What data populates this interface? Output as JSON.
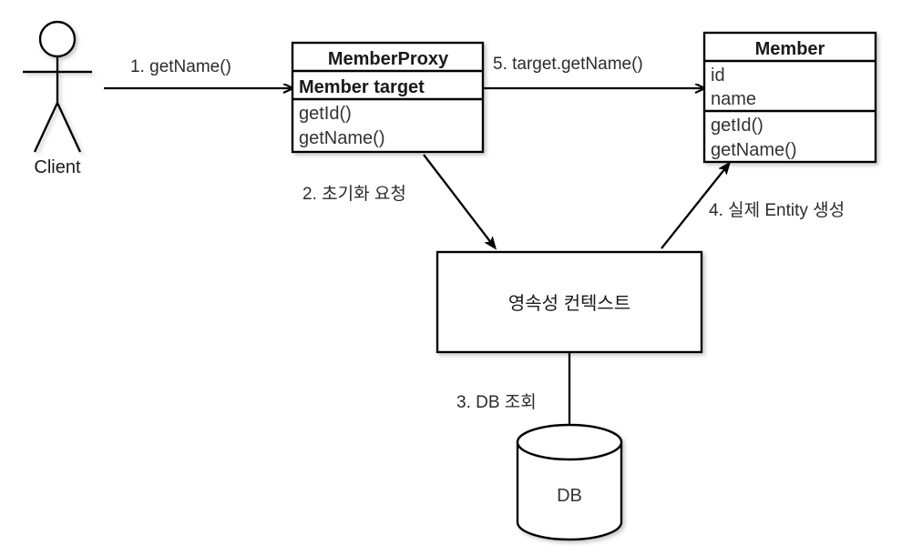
{
  "diagram": {
    "title": "JPA Proxy lazy loading sequence diagram",
    "background_color": "#ffffff",
    "stroke_color": "#000000",
    "text_color": "#1a1a1a"
  },
  "actor": {
    "name": "client-actor",
    "label": "Client"
  },
  "classes": [
    {
      "id": "member-proxy",
      "title": "MemberProxy",
      "attributes": [
        "Member target"
      ],
      "operations": [
        "getId()",
        "getName()"
      ]
    },
    {
      "id": "member",
      "title": "Member",
      "attributes": [
        "id",
        "name"
      ],
      "operations": [
        "getId()",
        "getName()"
      ]
    }
  ],
  "nodes": {
    "persistence_context": {
      "label": "영속성 컨텍스트"
    },
    "database": {
      "label": "DB"
    }
  },
  "edges": [
    {
      "id": "edge-1",
      "label": "1. getName()",
      "from": "client-actor",
      "to": "member-proxy"
    },
    {
      "id": "edge-2",
      "label": "2. 초기화 요청",
      "from": "member-proxy",
      "to": "persistence-context"
    },
    {
      "id": "edge-3",
      "label": "3. DB 조회",
      "from": "persistence-context",
      "to": "database"
    },
    {
      "id": "edge-4",
      "label": "4. 실제 Entity 생성",
      "from": "persistence-context",
      "to": "member"
    },
    {
      "id": "edge-5",
      "label": "5. target.getName()",
      "from": "member-proxy",
      "to": "member"
    }
  ]
}
